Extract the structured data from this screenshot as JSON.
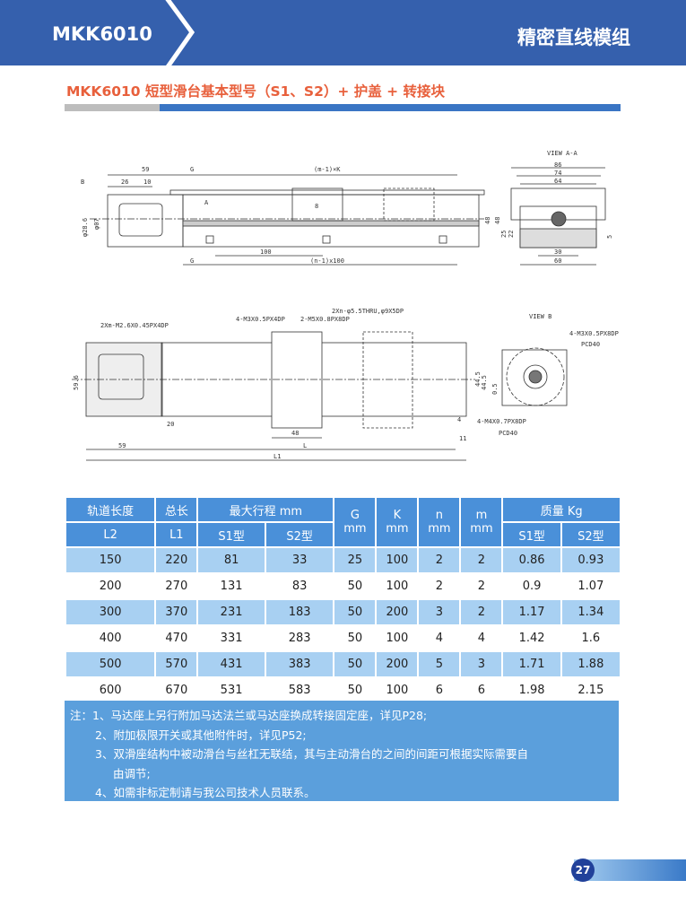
{
  "header": {
    "model": "MKK6010",
    "category": "精密直线模组"
  },
  "title": "MKK6010 短型滑台基本型号（S1、S2）+ 护盖 + 转接块",
  "drawings": {
    "side": {
      "d59": "59",
      "d26": "26",
      "d10": "10",
      "g": "G",
      "mk": "(m-1)×K",
      "d8": "8",
      "a": "A",
      "b": "B",
      "d100": "100",
      "n100": "(n-1)x100",
      "phi28": "φ28.6",
      "phi7": "φ07",
      "d48": "48"
    },
    "section": {
      "title": "VIEW A-A",
      "d86": "86",
      "d74": "74",
      "d64": "64",
      "d48": "48",
      "d25": "25",
      "d22": "22",
      "d5": "5",
      "d30": "30",
      "d60": "60"
    },
    "top": {
      "c1": "2Xm-M2.6X0.45PX4DP",
      "c2": "4-M3X0.5PX4DP",
      "c3": "2-M5X0.8PX8DP",
      "c4": "2Xn-φ5.5THRU,φ9X5DP",
      "d59_6": "59.6",
      "d44_5": "44.5",
      "d20": "20",
      "d48": "48",
      "d4": "4",
      "d11": "11",
      "d59": "59",
      "l": "L",
      "l1": "L1"
    },
    "viewb": {
      "title": "VIEW B",
      "c1": "4-M3X0.5PX8DP",
      "pcd1": "PCD40",
      "c2": "4-M4X0.7PX8DP",
      "pcd2": "PCD40",
      "d44_5": "44.5",
      "d0_5": "0.5"
    }
  },
  "table": {
    "h1": [
      "轨道长度",
      "总长",
      "最大行程 mm",
      "G",
      "K",
      "n",
      "m",
      "质量 Kg"
    ],
    "h1b": [
      "mm",
      "mm",
      "mm",
      "mm"
    ],
    "h2": [
      "L2",
      "L1",
      "S1型",
      "S2型",
      "S1型",
      "S2型"
    ],
    "rows": [
      [
        "150",
        "220",
        "81",
        "33",
        "25",
        "100",
        "2",
        "2",
        "0.86",
        "0.93"
      ],
      [
        "200",
        "270",
        "131",
        "83",
        "50",
        "100",
        "2",
        "2",
        "0.9",
        "1.07"
      ],
      [
        "300",
        "370",
        "231",
        "183",
        "50",
        "200",
        "3",
        "2",
        "1.17",
        "1.34"
      ],
      [
        "400",
        "470",
        "331",
        "283",
        "50",
        "100",
        "4",
        "4",
        "1.42",
        "1.6"
      ],
      [
        "500",
        "570",
        "431",
        "383",
        "50",
        "200",
        "5",
        "3",
        "1.71",
        "1.88"
      ],
      [
        "600",
        "670",
        "531",
        "583",
        "50",
        "100",
        "6",
        "6",
        "1.98",
        "2.15"
      ]
    ]
  },
  "notes": [
    "注：1、马达座上另行附加马达法兰或马达座换成转接固定座，详见P28;",
    "2、附加极限开关或其他附件时，详见P52;",
    "3、双滑座结构中被动滑台与丝杠无联结，其与主动滑台的之间的间距可根据实际需要自",
    "由调节;",
    "4、如需非标定制请与我公司技术人员联系。"
  ],
  "page_number": "27"
}
